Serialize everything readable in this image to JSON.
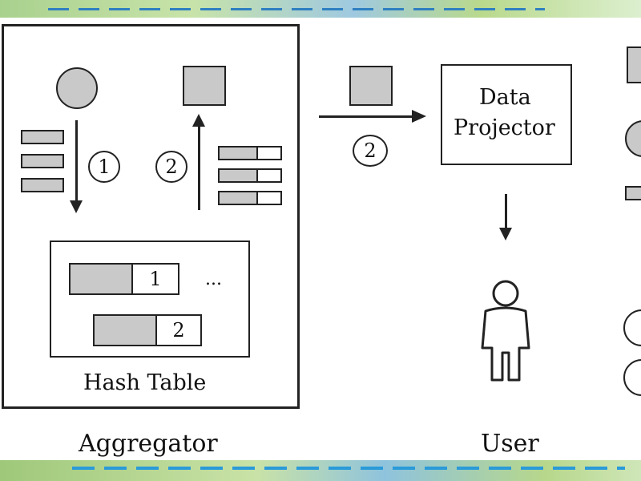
{
  "aggregator": {
    "label": "Aggregator",
    "step1_label": "1",
    "step2_label": "2"
  },
  "hash_table": {
    "label": "Hash Table",
    "entry1_key": "1",
    "entry2_key": "2",
    "ellipsis": "..."
  },
  "flow": {
    "step_label": "2"
  },
  "data_projector": {
    "line1": "Data",
    "line2": "Projector"
  },
  "user": {
    "label": "User"
  }
}
